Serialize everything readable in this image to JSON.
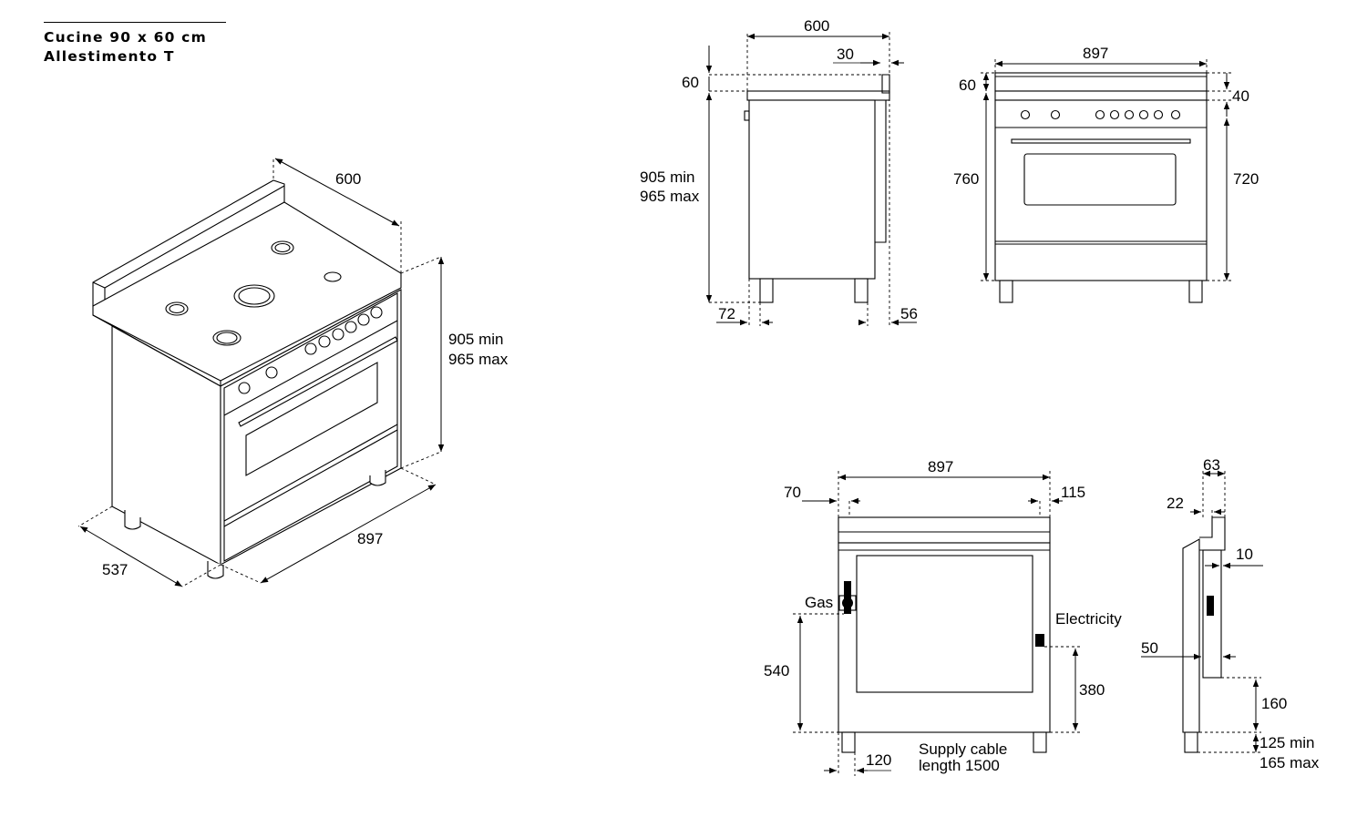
{
  "title": {
    "line1": "Cucine 90 x 60 cm",
    "line2": "Allestimento T"
  },
  "perspective_view": {
    "depth": "600",
    "height_min": "905 min",
    "height_max": "965 max",
    "width": "897",
    "side_depth": "537"
  },
  "side_view": {
    "depth": "600",
    "backguard_depth": "30",
    "backguard_height": "60",
    "height_min": "905 min",
    "height_max": "965 max",
    "front_foot_offset": "72",
    "rear_foot_offset": "56"
  },
  "front_view": {
    "width": "897",
    "backguard_height": "60",
    "top_band": "40",
    "body_height": "760",
    "door_height": "720"
  },
  "rear_view": {
    "width": "897",
    "left_offset": "70",
    "right_offset": "115",
    "gas_label": "Gas",
    "gas_height": "540",
    "electricity_label": "Electricity",
    "electricity_height": "380",
    "foot_offset": "120",
    "cable_line1": "Supply cable",
    "cable_line2": "length 1500"
  },
  "rear_side_view": {
    "top_depth": "63",
    "backguard_offset": "22",
    "panel_offset": "10",
    "gas_depth": "50",
    "connection_height": "160",
    "foot_min": "125 min",
    "foot_max": "165 max"
  }
}
